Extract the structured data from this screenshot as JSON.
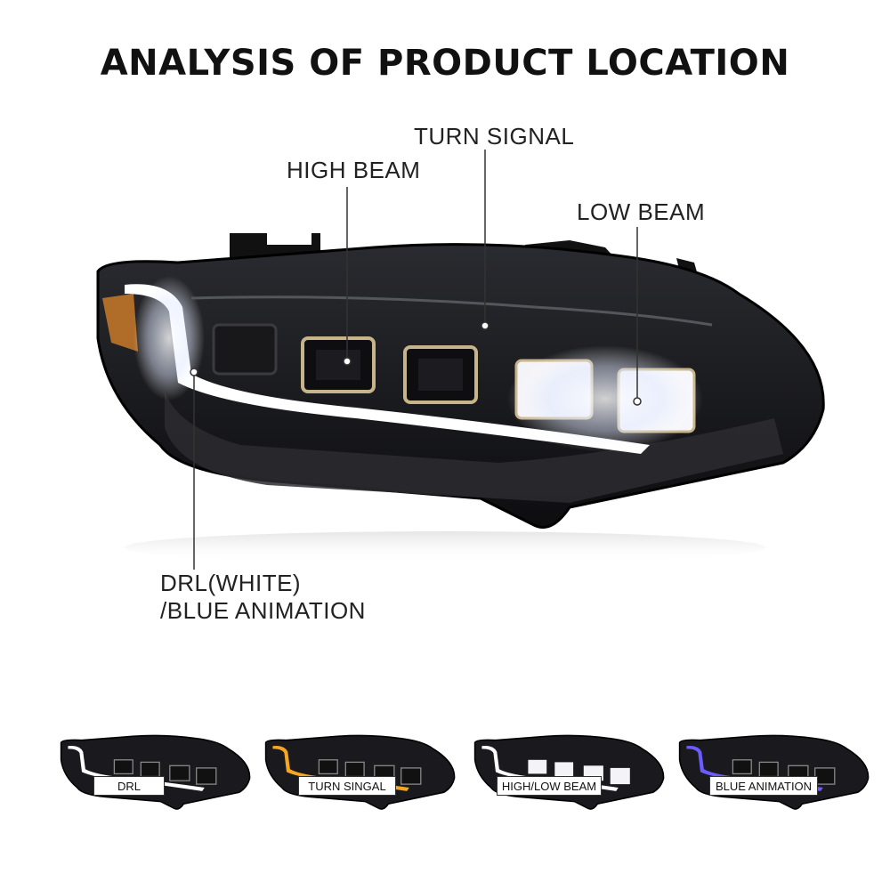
{
  "title": "ANALYSIS OF PRODUCT LOCATION",
  "callouts": {
    "turn_signal": "TURN SIGNAL",
    "high_beam": "HIGH BEAM",
    "low_beam": "LOW BEAM",
    "drl_line1": "DRL(WHITE)",
    "drl_line2": "/BLUE ANIMATION"
  },
  "variants": [
    {
      "label": "DRL",
      "accent": "#ffffff"
    },
    {
      "label": "TURN SINGAL",
      "accent": "#f5a623"
    },
    {
      "label": "HIGH/LOW BEAM",
      "accent": "#ffffff"
    },
    {
      "label": "BLUE ANIMATION",
      "accent": "#6a5cff"
    }
  ],
  "colors": {
    "housing": "#1a1a1e",
    "drl_white": "#ffffff",
    "turn_amber": "#f5a623",
    "blue_animation": "#6a5cff",
    "side_marker": "#c97a2a"
  }
}
